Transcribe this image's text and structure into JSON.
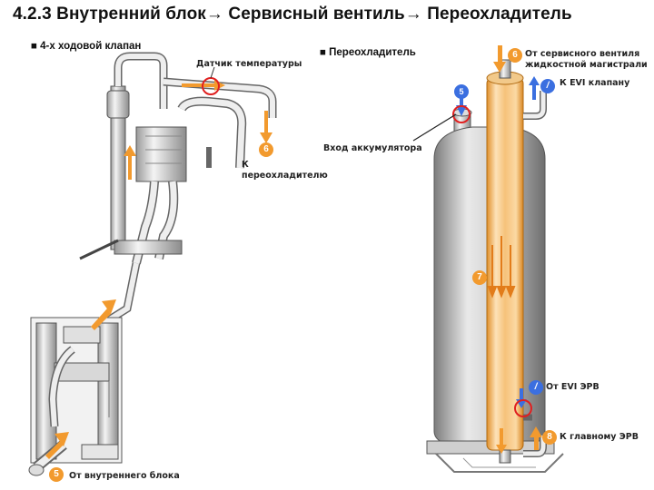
{
  "title": "4.2.3 Внутренний блок→ Сервисный вентиль→ Переохладитель",
  "left_section": {
    "heading": "■ 4-х ходовой клапан",
    "temp_sensor_label": "Датчик температуры",
    "to_subcooler_label_1": "К",
    "to_subcooler_label_2": "переохладителю",
    "from_indoor_label": "От внутреннего блока",
    "badge_6": "6",
    "badge_5": "5"
  },
  "right_section": {
    "heading": "■ Переохладитель",
    "from_service_valve_label_1": "От сервисного вентиля",
    "from_service_valve_label_2": "жидкостной магистрали",
    "to_evi_valve_label": "К EVI клапану",
    "accumulator_inlet_label": "Вход аккумулятора",
    "from_evi_erv_label": "От EVI ЭРВ",
    "to_main_erv_label": "К главному ЭРВ",
    "badge_6": "6",
    "badge_7": "7",
    "badge_8": "8",
    "badge_i_top": "/",
    "badge_i_bottom": "/",
    "badge_5_top": "5"
  },
  "colors": {
    "flow_orange": "#f29a2e",
    "flow_blue": "#3b6fe0",
    "highlight_red": "#e02020",
    "pipe_gray": "#c8c8c8",
    "cylinder_orange": "#f0b865"
  }
}
